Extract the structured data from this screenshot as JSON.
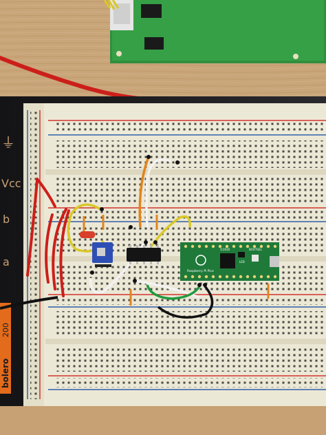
{
  "scene": {
    "description_free": true,
    "board_label": {
      "pico_text": "Raspberry Pi Pico",
      "year_text": "©2020",
      "led_text": "LED",
      "bootsel_text": "BOOTSEL"
    },
    "side_panel": {
      "gnd_symbol": "⏚",
      "vcc_text": "Vcc",
      "b_text": "b",
      "a_text": "a"
    },
    "sticker": {
      "brand_text": "bolero",
      "number_text": "200"
    }
  },
  "colors": {
    "table_wood": "#c9a57a",
    "mat_black": "#1c1c1e",
    "breadboard": "#ece8d6",
    "rail_red": "#d0342c",
    "rail_blue": "#2f5fa8",
    "pcb_green": "#2f8f3e",
    "pico_green": "#1f7a3a",
    "wire_red": "#cc1f1a",
    "wire_yellow": "#d9c82a",
    "wire_orange": "#e0851f",
    "wire_white": "#f2f2f2",
    "wire_black": "#111111",
    "wire_green": "#1f9a3f",
    "sensor_blue": "#2d4fb5",
    "ic_black": "#151515",
    "sticker_orange": "#e36b1c"
  }
}
